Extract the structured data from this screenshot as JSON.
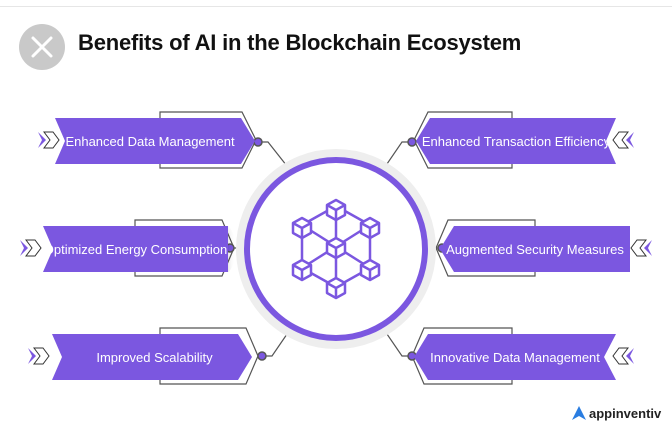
{
  "title": "Benefits of AI in the Blockchain Ecosystem",
  "close_icon": "close-icon",
  "accent": "#7b57e0",
  "left_items": [
    {
      "label": "Enhanced Data Management"
    },
    {
      "label": "Optimized Energy Consumption"
    },
    {
      "label": "Improved Scalability"
    }
  ],
  "right_items": [
    {
      "label": "Enhanced Transaction Efficiency"
    },
    {
      "label": "Augmented Security Measures"
    },
    {
      "label": "Innovative Data Management"
    }
  ],
  "center_icon": "blockchain-cubes-icon",
  "brand": "appinventiv"
}
